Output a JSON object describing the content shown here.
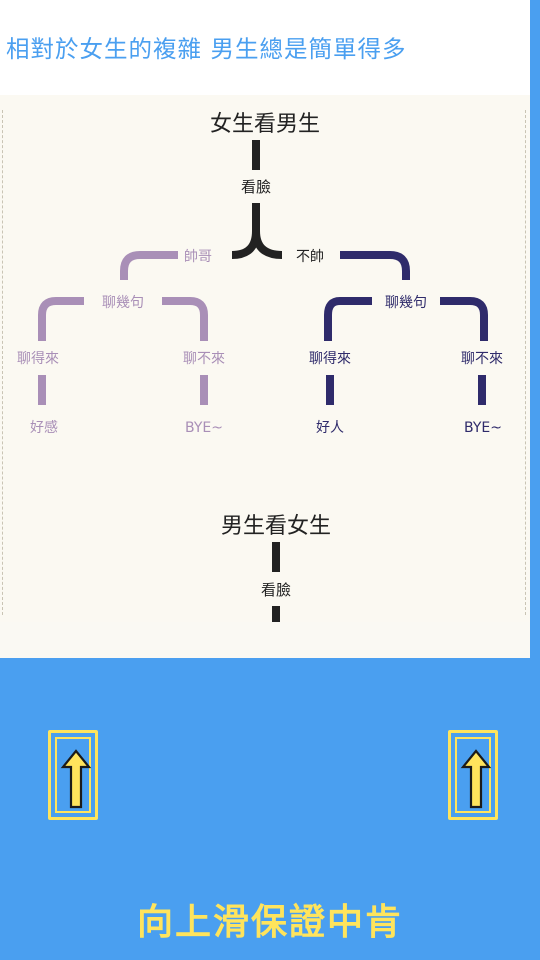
{
  "headline": "相對於女生的複雜 男生總是簡單得多",
  "tree_women": {
    "title": "女生看男生",
    "root_edge": "看臉",
    "left_branch": "帥哥",
    "right_branch": "不帥",
    "left_talk": "聊幾句",
    "right_talk": "聊幾句",
    "ll": "聊得來",
    "lr": "聊不來",
    "rl": "聊得來",
    "rr": "聊不來",
    "ll_result": "好感",
    "lr_result": "BYE~",
    "rl_result": "好人",
    "rr_result": "BYE~"
  },
  "tree_men": {
    "title": "男生看女生",
    "root_edge": "看臉"
  },
  "cta": "向上滑保證中肯",
  "colors": {
    "background": "#4a9ff0",
    "headline": "#4a9ff0",
    "accent_yellow": "#ffe45c",
    "purple_light": "#a98fb7",
    "navy": "#2f2b6b",
    "dark": "#222222"
  },
  "icons": [
    "arrow-up-icon",
    "arrow-up-icon"
  ]
}
